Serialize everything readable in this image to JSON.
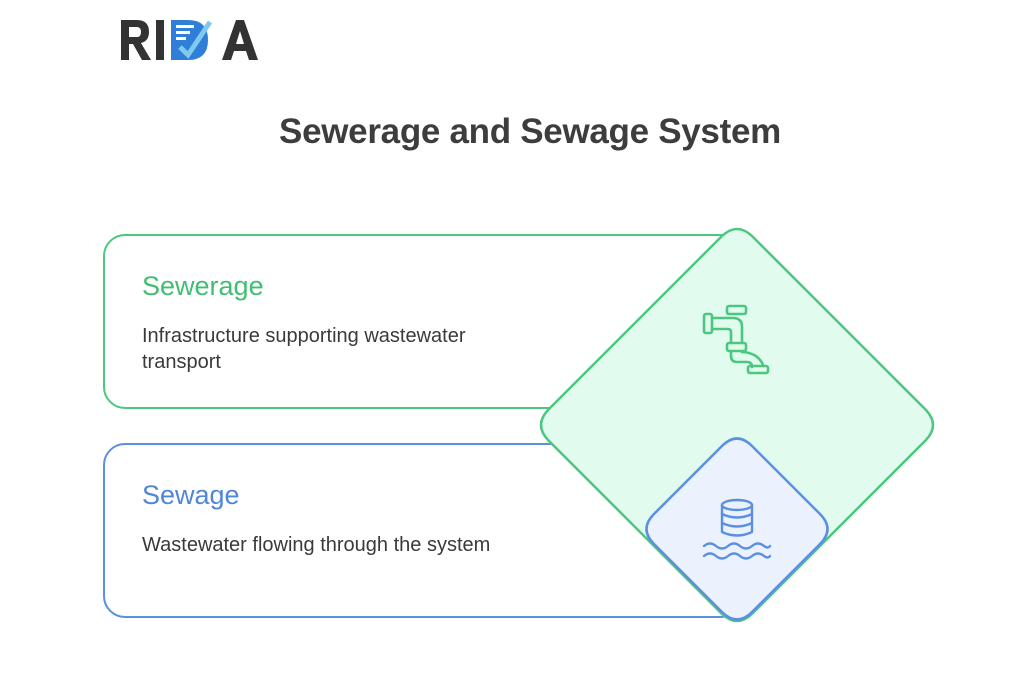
{
  "logo": {
    "text": "RIDA",
    "colors": {
      "letters": "#333333",
      "accent": "#2f7fd8",
      "check": "#7fc8ef"
    }
  },
  "title": "Sewerage and Sewage System",
  "items": [
    {
      "heading": "Sewerage",
      "description": "Infrastructure supporting wastewater transport",
      "icon": "pipe-icon",
      "color": "#4cc77f",
      "fill": "#e2fbef"
    },
    {
      "heading": "Sewage",
      "description": "Wastewater flowing through the system",
      "icon": "waste-barrel-water-icon",
      "color": "#5b8fe2",
      "fill": "#ebf2fd"
    }
  ]
}
